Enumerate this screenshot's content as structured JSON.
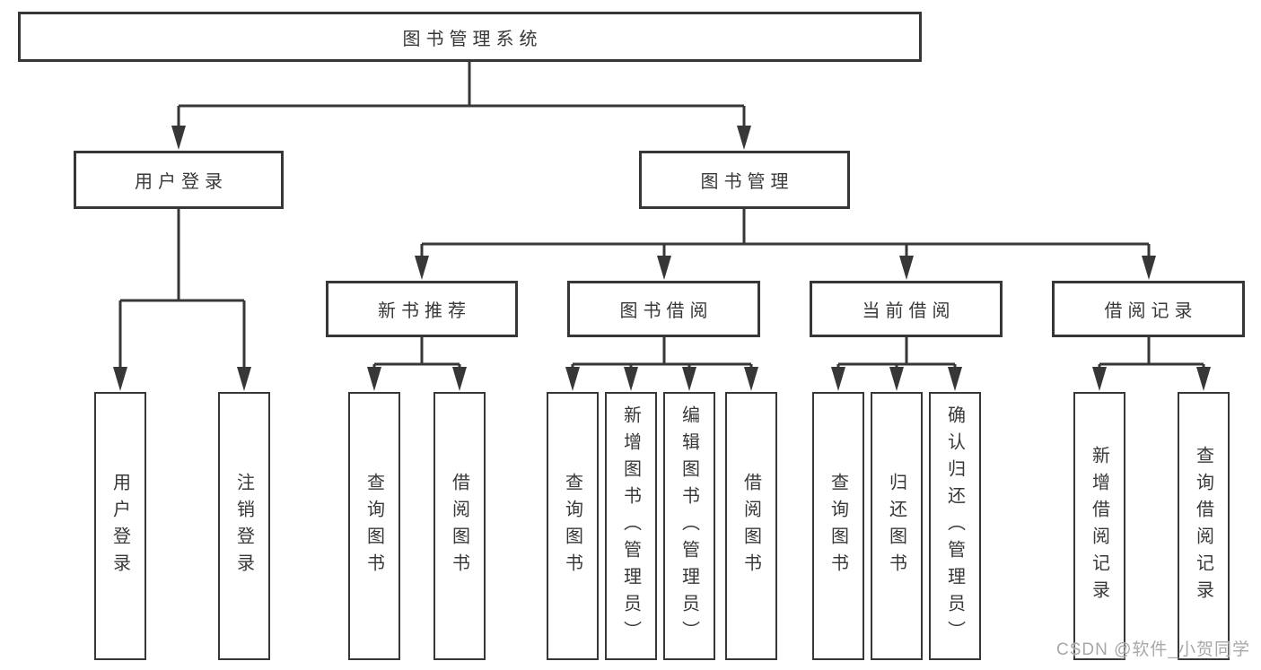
{
  "watermark": "CSDN @软件_小贺同学",
  "colors": {
    "line": "#373737",
    "text": "#383838",
    "box_background": "#ffffff",
    "page_background": "#ffffff",
    "watermark": "#a8a8a8"
  },
  "tree": {
    "label": "图书管理系统",
    "children": [
      {
        "label": "用户登录",
        "children": [
          {
            "label": "用户登录"
          },
          {
            "label": "注销登录"
          }
        ]
      },
      {
        "label": "图书管理",
        "children": [
          {
            "label": "新书推荐",
            "children": [
              {
                "label": "查询图书"
              },
              {
                "label": "借阅图书"
              }
            ]
          },
          {
            "label": "图书借阅",
            "children": [
              {
                "label": "查询图书"
              },
              {
                "label": "新增图书（管理员）"
              },
              {
                "label": "编辑图书（管理员）"
              },
              {
                "label": "借阅图书"
              }
            ]
          },
          {
            "label": "当前借阅",
            "children": [
              {
                "label": "查询图书"
              },
              {
                "label": "归还图书"
              },
              {
                "label": "确认归还（管理员）"
              }
            ]
          },
          {
            "label": "借阅记录",
            "children": [
              {
                "label": "新增借阅记录"
              },
              {
                "label": "查询借阅记录"
              }
            ]
          }
        ]
      }
    ]
  }
}
